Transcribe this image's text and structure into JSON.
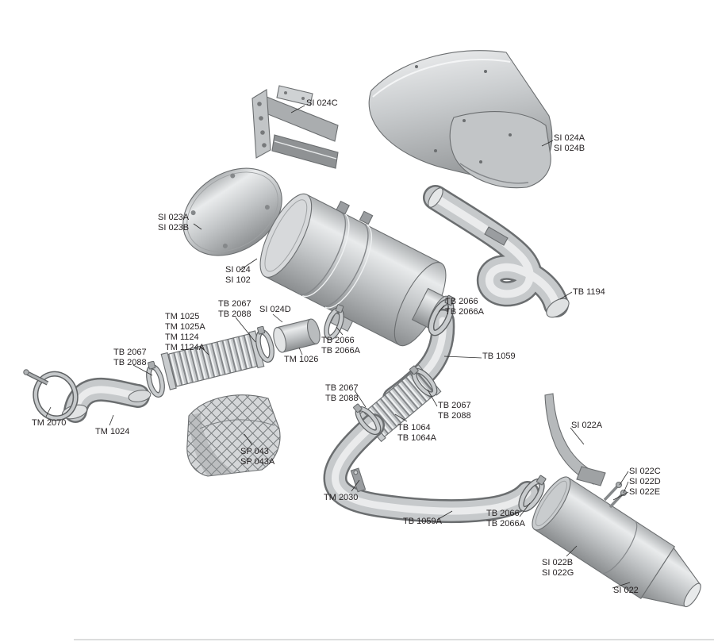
{
  "diagram": {
    "kind": "exploded-parts-diagram",
    "colors": {
      "background": "#ffffff",
      "label_text": "#231f20",
      "outline": "#6b6e70",
      "metal_light": "#eceeef",
      "metal_mid": "#c2c5c7",
      "metal_dark": "#8b8e90"
    },
    "labels": {
      "si024c": "SI 024C",
      "si024ab": "SI 024A\nSI 024B",
      "si023ab": "SI 023A\nSI 023B",
      "si024_102": "SI 024\nSI 102",
      "tb1194": "TB 1194",
      "tb2067_top": "TB 2067\nTB 2088",
      "si024d": "SI 024D",
      "tm1025_block": "TM 1025\nTM 1025A\nTM 1124\nTM 1124A",
      "tb2066_muffler": "TB 2066\nTB 2066A",
      "tb2067_left": "TB 2067\nTB 2088",
      "tb2066_si024d": "TB 2066\nTB 2066A",
      "tm1026": "TM 1026",
      "tb1059": "TB 1059",
      "tb2067_mid": "TB 2067\nTB 2088",
      "tb2067_right": "TB 2067\nTB 2088",
      "tm2070": "TM 2070",
      "tm1024": "TM 1024",
      "tb1064": "TB 1064\nTB 1064A",
      "si022a": "SI 022A",
      "sp043": "SP 043\nSP 043A",
      "si022cde": "SI 022C\nSI 022D\nSI 022E",
      "tm2030": "TM 2030",
      "tb2066_bottom": "TB 2066\nTB 2066A",
      "tb1059a": "TB 1059A",
      "si022bg": "SI 022B\nSI 022G",
      "si022": "SI 022"
    }
  }
}
